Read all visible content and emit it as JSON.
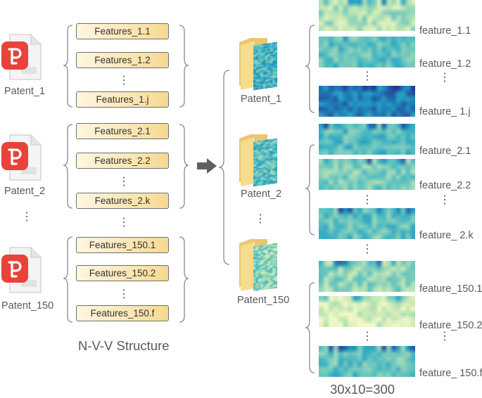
{
  "patents": [
    {
      "label": "Patent_1",
      "features": [
        "Features_1.1",
        "Features_1.2",
        "Features_1.j"
      ]
    },
    {
      "label": "Patent_2",
      "features": [
        "Features_2.1",
        "Features_2.2",
        "Features_2.k"
      ]
    },
    {
      "label": "Patent_150",
      "features": [
        "Features_150.1",
        "Features_150.2",
        "Features_150.f"
      ]
    }
  ],
  "folders": [
    "Patent_1",
    "Patent_2",
    "Patent_150"
  ],
  "matrix_labels": [
    [
      "feature_1.1",
      "feature_1.2",
      "feature_ 1.j"
    ],
    [
      "feature_2.1",
      "feature_2.2",
      "feature_ 2.k"
    ],
    [
      "feature_150.1",
      "feature_150.2",
      "feature_ 150.f"
    ]
  ],
  "ellipsis": "⋮",
  "left_caption": "N-V-V Structure",
  "right_caption": "30x10=300",
  "colors": {
    "pdf_icon": "#e8423a",
    "box_fill": "#fbe6b4",
    "arrow": "#606060",
    "heatmap_light": "#f3f9c6",
    "heatmap_dark": "#1f3c93"
  },
  "icons": [
    "pdf-file-icon",
    "folder-icon",
    "right-arrow-icon",
    "curly-brace-icon"
  ]
}
